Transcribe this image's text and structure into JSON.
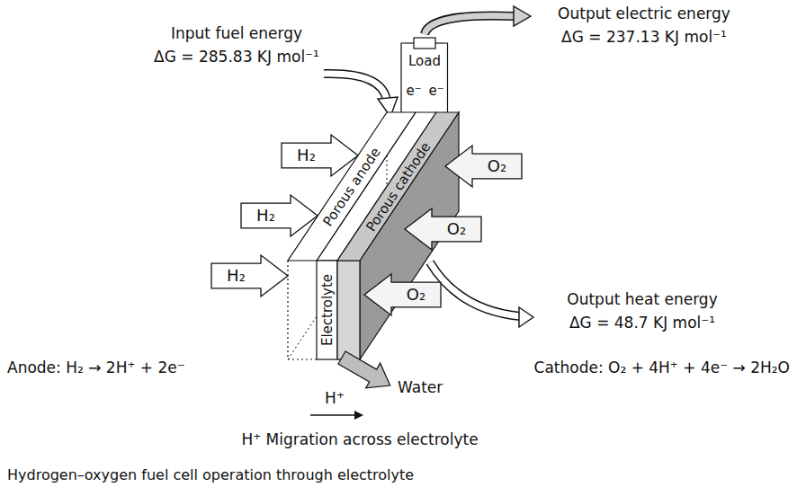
{
  "diagram": {
    "caption": "Hydrogen–oxygen fuel cell operation through electrolyte",
    "nodes": [
      {
        "text": [
          "Load"
        ]
      },
      {
        "text": [
          "H₂"
        ]
      },
      {
        "text": [
          "H₂"
        ]
      },
      {
        "text": [
          "H₂"
        ]
      },
      {
        "text": [
          "Porous anode"
        ]
      },
      {
        "text": [
          "Electrolyte"
        ]
      },
      {
        "text": [
          "Porous cathode"
        ]
      },
      {
        "text": [
          "O₂"
        ]
      },
      {
        "text": [
          "O₂"
        ]
      },
      {
        "text": [
          "O₂"
        ]
      }
    ],
    "edges": [
      {
        "from": 4,
        "to": 0,
        "label": "e⁻",
        "arrow": "none"
      },
      {
        "from": 0,
        "to": 6,
        "label": "e⁻",
        "arrow": "none"
      }
    ],
    "labels": [
      "Output electric energy",
      "ΔG = 237.13 KJ mol⁻¹",
      "Input fuel energy",
      "ΔG = 285.83 KJ mol⁻¹",
      "Output heat energy",
      "ΔG = 48.7 KJ mol⁻¹",
      "Anode: H₂ → 2H⁺ + 2e⁻",
      "Cathode: O₂ + 4H⁺ + 4e⁻ → 2H₂O",
      "Water",
      "H⁺",
      "H⁺ Migration across electrolyte"
    ]
  }
}
